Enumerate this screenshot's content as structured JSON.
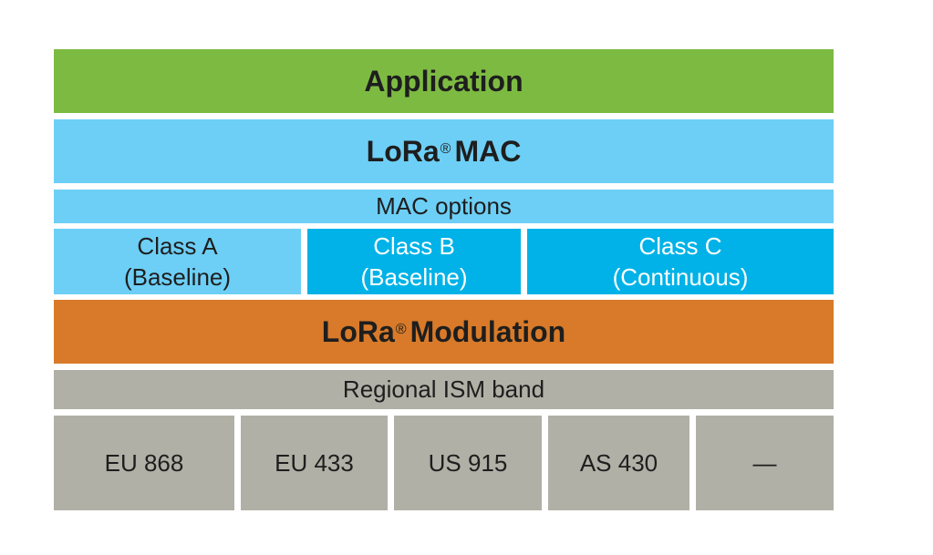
{
  "layers": {
    "application": {
      "label": "Application",
      "color": "#7dba42"
    },
    "lora_mac": {
      "label": "LoRa",
      "mark": "®",
      "suffix": "MAC",
      "color": "#6dcff6"
    },
    "mac_options": {
      "label": "MAC options",
      "color": "#6dcff6"
    },
    "classes": [
      {
        "name": "Class A",
        "detail": "(Baseline)",
        "color": "#6dcff6"
      },
      {
        "name": "Class B",
        "detail": "(Baseline)",
        "color": "#00b2e7"
      },
      {
        "name": "Class C",
        "detail": "(Continuous)",
        "color": "#00b2e7"
      }
    ],
    "lora_modulation": {
      "label": "LoRa",
      "mark": "®",
      "suffix": "Modulation",
      "color": "#d87a29"
    },
    "regional_band": {
      "label": "Regional ISM band",
      "color": "#b0b0a6"
    },
    "bands": [
      {
        "label": "EU 868"
      },
      {
        "label": "EU 433"
      },
      {
        "label": "US 915"
      },
      {
        "label": "AS 430"
      },
      {
        "label": "—"
      }
    ]
  }
}
